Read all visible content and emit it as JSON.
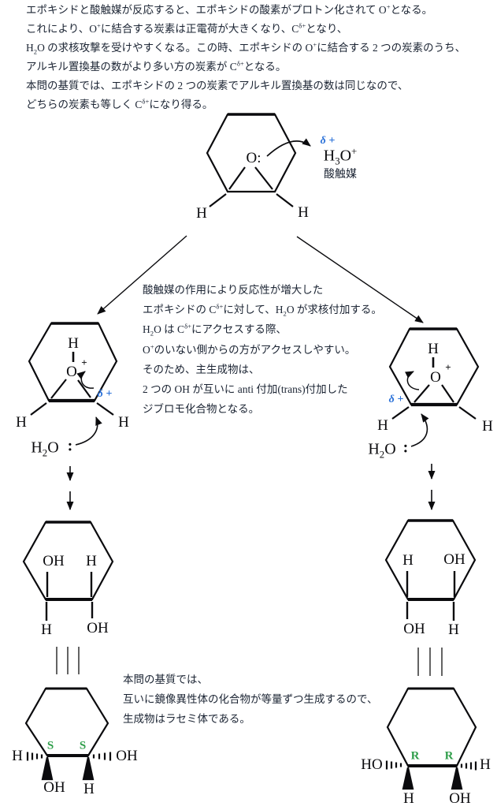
{
  "colors": {
    "accent_blue": "#2970d8",
    "stereo_green": "#2f9e4a",
    "ink": "#1b2433",
    "structure_black": "#0b0b0e"
  },
  "intro": {
    "lines": [
      "エポキシドと酸触媒が反応すると、エポキシドの酸素がプロトン化されて O^{+}となる。",
      "これにより、O^{+}に結合する炭素は正電荷が大きくなり、C^{δ+}となり、",
      "H_{2}O の求核攻撃を受けやすくなる。この時、エポキシドの O^{+}に結合する 2 つの炭素のうち、",
      "アルキル置換基の数がより多い方の炭素が C^{δ+}となる。",
      "本問の基質では、エポキシドの 2 つの炭素でアルキル置換基の数は同じなので、",
      "どちらの炭素も等しく C^{δ+}になり得る。"
    ]
  },
  "start_structure": {
    "oxygen": "O:",
    "h_left": "H",
    "h_right": "H",
    "delta_plus": "δ +",
    "hydronium": "H_{3}O^{+}",
    "catalyst_label": "酸触媒"
  },
  "note": {
    "lines": [
      "酸触媒の作用により反応性が増大した",
      "エポキシドの C^{δ+}に対して、H_{2}O が求核付加する。",
      "H_{2}O は C^{δ+}にアクセスする際、",
      "O^{+}のいない側からの方がアクセスしやすい。",
      "そのため、主生成物は、",
      "2 つの OH が互いに anti 付加(trans)付加した",
      "ジブロモ化合物となる。"
    ]
  },
  "left_intermediate": {
    "h_top": "H",
    "oxygen": "O",
    "charge": "+",
    "delta_plus": "δ +",
    "h_left": "H",
    "h_right": "H",
    "water": "H_{2}O",
    "lone_pair": ":"
  },
  "right_intermediate": {
    "h_top": "H",
    "oxygen": "O",
    "charge": "+",
    "delta_plus": "δ +",
    "h_left": "H",
    "h_right": "H",
    "water": "H_{2}O",
    "lone_pair": ":"
  },
  "left_diol": {
    "top_left": "OH",
    "top_right": "H",
    "bottom_left": "H",
    "bottom_right": "OH"
  },
  "right_diol": {
    "top_left": "H",
    "top_right": "OH",
    "bottom_left": "OH",
    "bottom_right": "H"
  },
  "conclusion": {
    "lines": [
      "本問の基質では、",
      "互いに鏡像異性体の化合物が等量ずつ生成するので、",
      "生成物はラセミ体である。"
    ]
  },
  "left_enantiomer": {
    "stereo_left": "S",
    "stereo_right": "S",
    "left_sub": "H",
    "below_left_sub": "OH",
    "right_sub": "OH",
    "below_right_sub": "H"
  },
  "right_enantiomer": {
    "stereo_left": "R",
    "stereo_right": "R",
    "left_sub": "HO",
    "below_left_sub": "H",
    "right_sub": "H",
    "below_right_sub": "OH"
  }
}
